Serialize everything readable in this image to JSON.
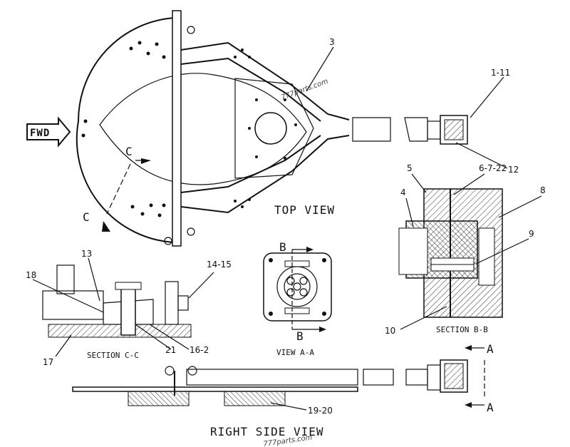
{
  "fwd_label": "FWD",
  "views": {
    "top": "TOP VIEW",
    "right_side": "RIGHT SIDE VIEW",
    "section_cc": "SECTION C-C",
    "section_bb": "SECTION B-B",
    "view_aa": "VIEW A-A"
  },
  "section_markers": {
    "c": "C",
    "b": "B",
    "a": "A"
  },
  "callouts": {
    "c1": "3",
    "c2": "1-11",
    "c3": "12",
    "c4": "5",
    "c5": "6-7-22",
    "c6": "8",
    "c7": "4",
    "c8": "9",
    "c9": "10",
    "c10": "13",
    "c11": "14-15",
    "c12": "18",
    "c13": "17",
    "c14": "21",
    "c15": "16-2",
    "c16": "19-20"
  },
  "watermark": "777parts.com"
}
